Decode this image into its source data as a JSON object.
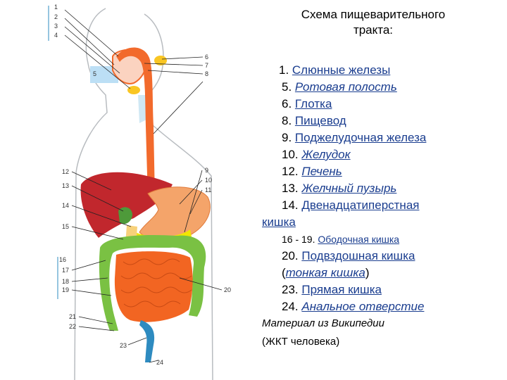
{
  "title": {
    "line1": "Схема пищеварительного",
    "line2": "тракта:"
  },
  "legend": [
    {
      "num": "1. ",
      "text": "Слюнные железы",
      "italic": false
    },
    {
      "num": "5. ",
      "text": "Ротовая полость",
      "italic": true
    },
    {
      "num": "6. ",
      "text": "Глотка",
      "italic": false
    },
    {
      "num": "8. ",
      "text": "Пищевод",
      "italic": false
    },
    {
      "num": "9. ",
      "text": "Поджелудочная железа",
      "italic": false
    },
    {
      "num": "10. ",
      "text": "Желудок",
      "italic": true
    },
    {
      "num": "12. ",
      "text": "Печень",
      "italic": true
    },
    {
      "num": "13. ",
      "text": "Желчный пузырь",
      "italic": true
    },
    {
      "num": "14. ",
      "text": "Двенадцатиперстная",
      "italic": false
    },
    {
      "num": "",
      "text": "кишка",
      "italic": false,
      "noindent": true
    },
    {
      "num": "16 - 19. ",
      "text": "Ободочная кишка",
      "italic": false,
      "small": true
    },
    {
      "num": "20. ",
      "text": "Подвздошная кишка",
      "italic": false
    },
    {
      "num": "(",
      "text": "тонкая кишка",
      "suffix": ")",
      "italic": true
    },
    {
      "num": "23. ",
      "text": "Прямая кишка",
      "italic": false
    },
    {
      "num": "24. ",
      "text": "Анальное отверстие",
      "italic": true
    }
  ],
  "source": {
    "line1": "Материал из Википедии",
    "line2": "(ЖКТ человека)"
  },
  "figure_labels": [
    "1",
    "2",
    "3",
    "4",
    "5",
    "6",
    "7",
    "8",
    "9",
    "10",
    "11",
    "12",
    "13",
    "14",
    "15",
    "16",
    "17",
    "18",
    "19",
    "20",
    "21",
    "22",
    "23",
    "24"
  ],
  "colors": {
    "esophagus": "#f26a2c",
    "liver": "#c1272d",
    "stomach": "#f4a46a",
    "pancreas": "#f2e600",
    "colon": "#7ac143",
    "small_intestine": "#f26522",
    "rectum": "#2e8bc0",
    "outline": "#b8bcc0"
  }
}
